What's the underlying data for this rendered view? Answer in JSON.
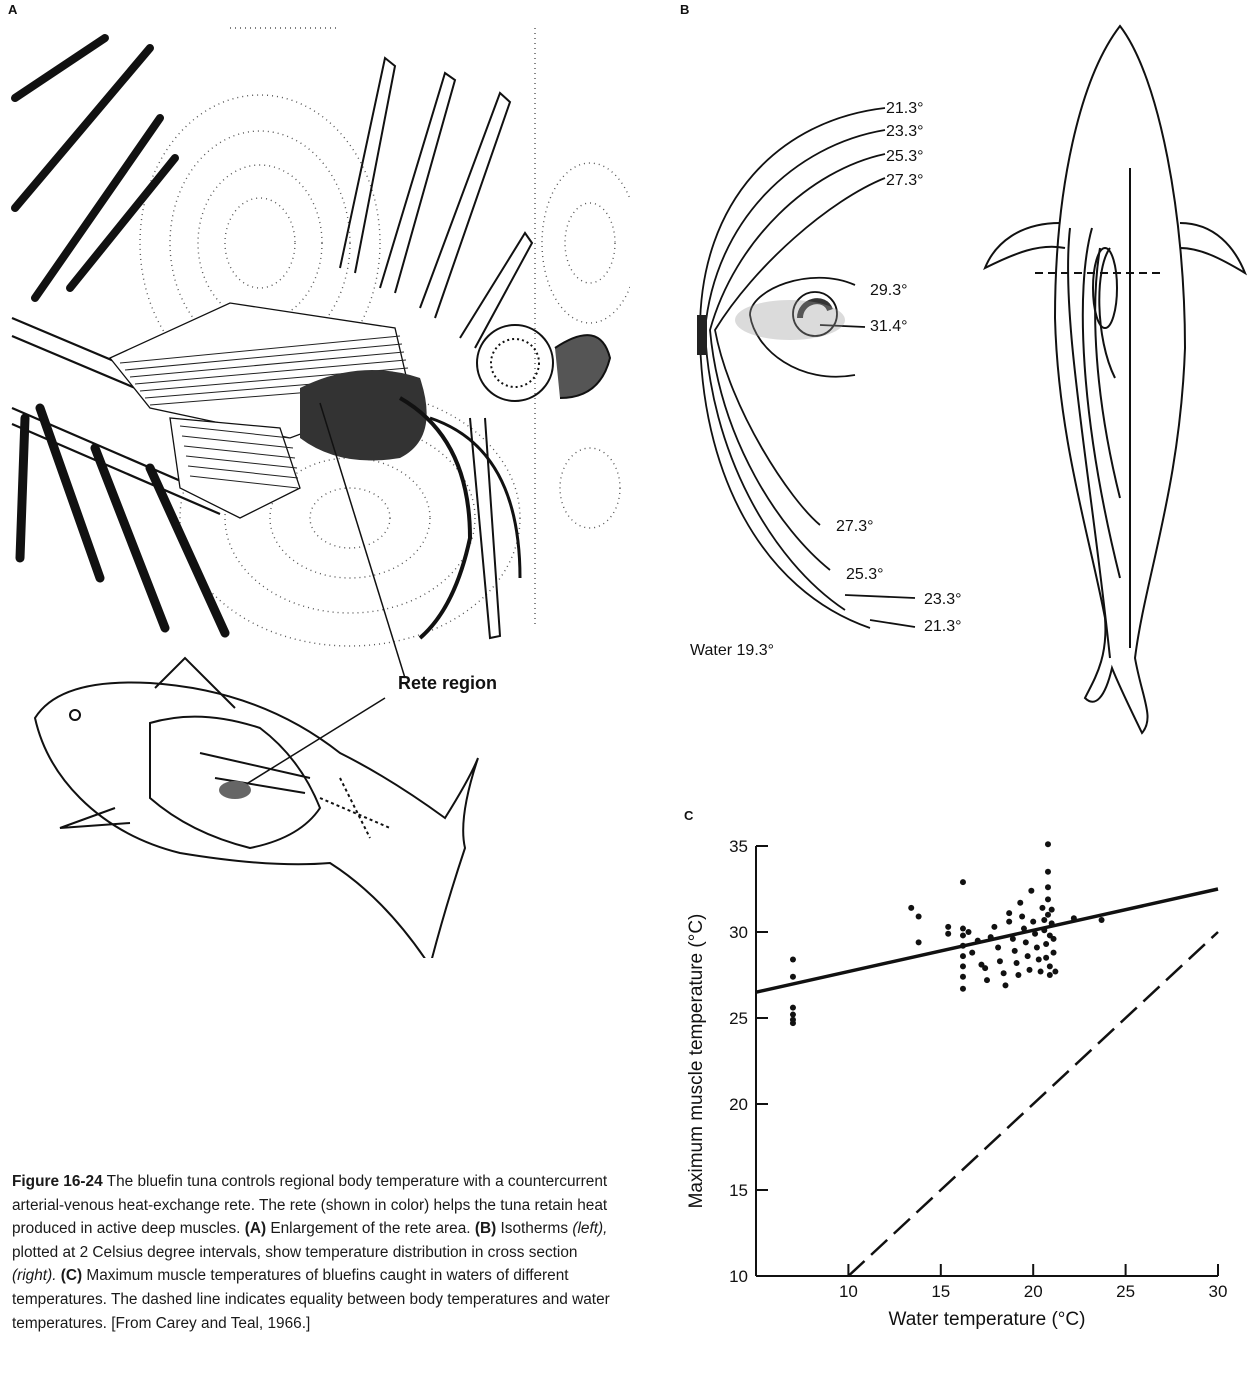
{
  "panels": {
    "a": "A",
    "b": "B",
    "c": "C"
  },
  "panel_a": {
    "rete_label": "Rete region"
  },
  "panel_b": {
    "isotherm_labels": [
      "21.3°",
      "23.3°",
      "25.3°",
      "27.3°",
      "29.3°",
      "31.4°",
      "27.3°",
      "25.3°",
      "23.3°",
      "21.3°"
    ],
    "water_label": "Water 19.3°"
  },
  "caption": {
    "figure_number": "Figure 16-24",
    "text_1": " The bluefin tuna controls regional body temperature with a countercurrent arterial-venous heat-exchange rete. The rete (shown in color) helps the tuna retain heat produced in active deep muscles. ",
    "a_tag": "(A)",
    "text_2": " Enlargement of the rete area. ",
    "b_tag": "(B)",
    "text_3": " Isotherms ",
    "left_word": "(left),",
    "text_4": " plotted at 2 Celsius degree intervals, show temperature distribution in cross section ",
    "right_word": "(right).",
    "text_5": " ",
    "c_tag": "(C)",
    "text_6": " Maximum muscle temperatures of bluefins caught in waters of different temperatures. The dashed line indicates equality between body temperatures and water temperatures. [From Carey and Teal, 1966.]"
  },
  "chart_data": {
    "type": "scatter",
    "title": "",
    "xlabel": "Water temperature (°C)",
    "ylabel": "Maximum muscle temperature (°C)",
    "xlim": [
      5,
      30
    ],
    "ylim": [
      10,
      35
    ],
    "xticks": [
      "10",
      "15",
      "20",
      "25",
      "30"
    ],
    "yticks": [
      "10",
      "15",
      "20",
      "25",
      "30",
      "35"
    ],
    "points": [
      [
        7,
        28.4
      ],
      [
        7,
        27.4
      ],
      [
        7,
        25.6
      ],
      [
        7,
        25.2
      ],
      [
        7,
        24.9
      ],
      [
        7,
        24.7
      ],
      [
        13.4,
        31.4
      ],
      [
        13.8,
        30.9
      ],
      [
        13.8,
        29.4
      ],
      [
        15.4,
        30.3
      ],
      [
        15.4,
        29.9
      ],
      [
        16.2,
        32.9
      ],
      [
        16.2,
        30.2
      ],
      [
        16.2,
        29.8
      ],
      [
        16.2,
        29.2
      ],
      [
        16.2,
        28.6
      ],
      [
        16.2,
        28.0
      ],
      [
        16.2,
        27.4
      ],
      [
        16.2,
        26.7
      ],
      [
        16.5,
        30.0
      ],
      [
        16.7,
        28.8
      ],
      [
        17.0,
        29.5
      ],
      [
        17.2,
        28.1
      ],
      [
        17.4,
        27.9
      ],
      [
        17.5,
        27.2
      ],
      [
        17.7,
        29.7
      ],
      [
        17.9,
        30.3
      ],
      [
        18.1,
        29.1
      ],
      [
        18.2,
        28.3
      ],
      [
        18.4,
        27.6
      ],
      [
        18.5,
        26.9
      ],
      [
        18.7,
        31.1
      ],
      [
        18.7,
        30.6
      ],
      [
        18.9,
        29.6
      ],
      [
        19.0,
        28.9
      ],
      [
        19.1,
        28.2
      ],
      [
        19.2,
        27.5
      ],
      [
        19.3,
        31.7
      ],
      [
        19.4,
        30.9
      ],
      [
        19.5,
        30.2
      ],
      [
        19.6,
        29.4
      ],
      [
        19.7,
        28.6
      ],
      [
        19.8,
        27.8
      ],
      [
        19.9,
        32.4
      ],
      [
        20.0,
        30.6
      ],
      [
        20.1,
        29.9
      ],
      [
        20.2,
        29.1
      ],
      [
        20.3,
        28.4
      ],
      [
        20.4,
        27.7
      ],
      [
        20.5,
        31.4
      ],
      [
        20.6,
        30.7
      ],
      [
        20.6,
        30.1
      ],
      [
        20.7,
        29.3
      ],
      [
        20.7,
        28.5
      ],
      [
        20.8,
        35.1
      ],
      [
        20.8,
        33.5
      ],
      [
        20.8,
        32.6
      ],
      [
        20.8,
        31.9
      ],
      [
        20.8,
        31.0
      ],
      [
        20.9,
        29.8
      ],
      [
        20.9,
        28.0
      ],
      [
        20.9,
        27.5
      ],
      [
        21.0,
        31.3
      ],
      [
        21.0,
        30.5
      ],
      [
        21.1,
        29.6
      ],
      [
        21.1,
        28.8
      ],
      [
        21.2,
        27.7
      ],
      [
        22.2,
        30.8
      ],
      [
        23.7,
        30.7
      ]
    ],
    "fit_line": {
      "x": [
        5,
        30
      ],
      "y": [
        26.5,
        32.5
      ]
    },
    "equality_line": {
      "x": [
        10,
        30
      ],
      "y": [
        10,
        30
      ]
    }
  }
}
